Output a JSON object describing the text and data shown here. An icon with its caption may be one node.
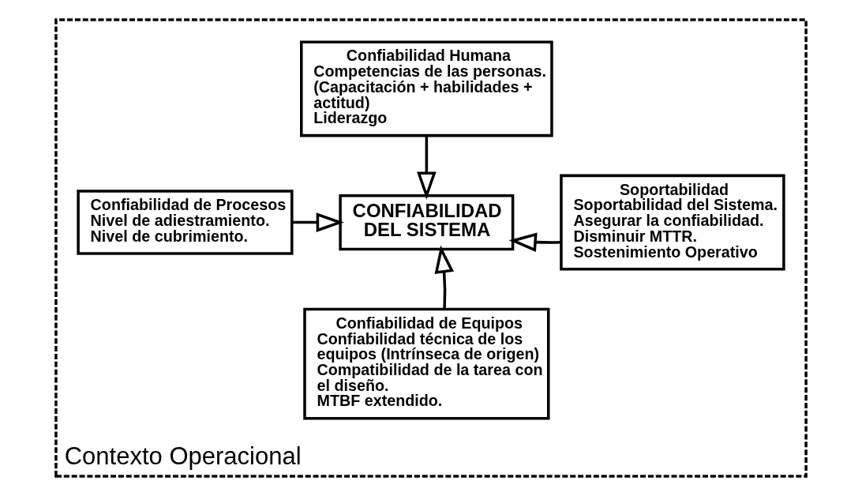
{
  "diagram": {
    "nodes": [
      {
        "text": [
          "Contexto Operacional"
        ]
      },
      {
        "text": [
          "Confiabilidad Humana",
          "Competencias de las personas. (Capacitación + habilidades + actitud)",
          "Liderazgo"
        ],
        "in": 0
      },
      {
        "text": [
          "Confiabilidad de Procesos",
          "Nivel de adiestramiento.",
          "Nivel de cubrimiento."
        ],
        "in": 0
      },
      {
        "text": [
          "CONFIABILIDAD DEL SISTEMA"
        ],
        "in": 0
      },
      {
        "text": [
          "Soportabilidad",
          "Soportabilidad del Sistema.",
          "Asegurar la confiabilidad.",
          "Disminuir MTTR.",
          "Sostenimiento Operativo"
        ],
        "in": 0
      },
      {
        "text": [
          "Confiabilidad de Equipos",
          "Confiabilidad técnica de los equipos (Intrínseca de origen)",
          "Compatibilidad de la tarea con el diseño.",
          "MTBF extendido."
        ],
        "in": 0
      }
    ],
    "edges": [
      {
        "from": 1,
        "to": 3,
        "arrow": "to"
      },
      {
        "from": 2,
        "to": 3,
        "arrow": "to"
      },
      {
        "from": 4,
        "to": 3,
        "arrow": "to"
      },
      {
        "from": 5,
        "to": 3,
        "arrow": "to"
      }
    ]
  }
}
